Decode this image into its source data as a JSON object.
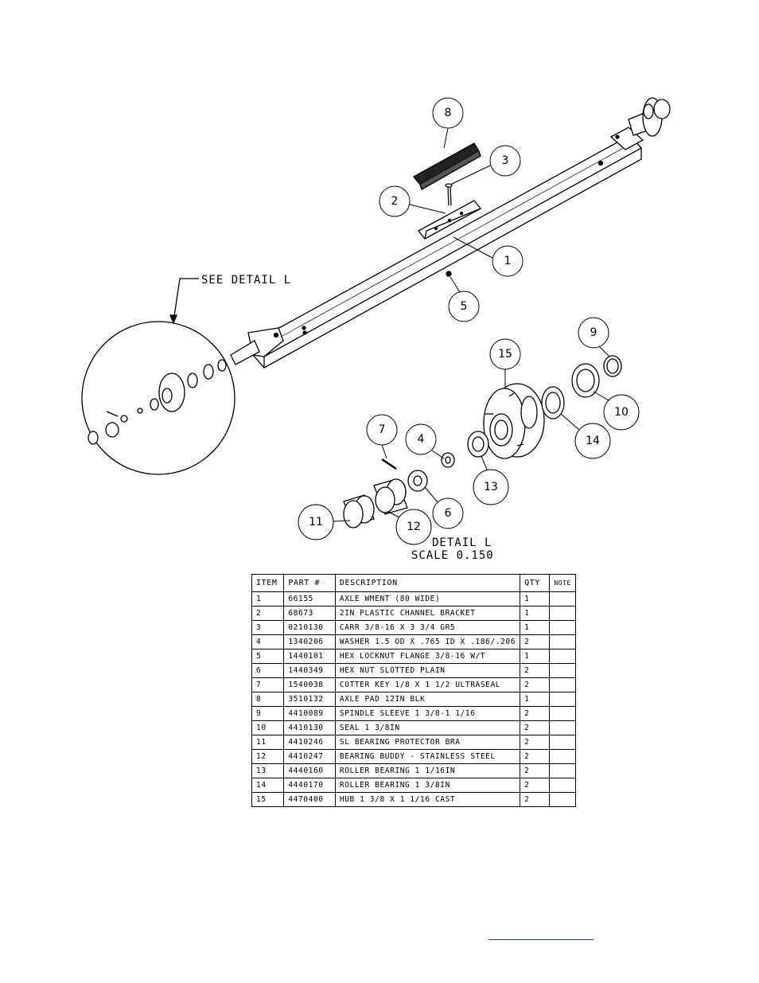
{
  "drawing": {
    "detail_note": "SEE DETAIL  L",
    "detail_title": "DETAIL  L",
    "detail_scale": "SCALE  0.150",
    "callouts": [
      "8",
      "3",
      "2",
      "1",
      "5",
      "9",
      "15",
      "10",
      "14",
      "7",
      "4",
      "13",
      "6",
      "11",
      "12"
    ]
  },
  "bom": {
    "headers": {
      "item": "ITEM",
      "part": "PART #",
      "description": "DESCRIPTION",
      "qty": "QTY",
      "note": "NOTE"
    },
    "rows": [
      {
        "item": "1",
        "part": "66155",
        "description": "AXLE WMENT (80 WIDE)",
        "qty": "1",
        "note": ""
      },
      {
        "item": "2",
        "part": "68673",
        "description": "2IN PLASTIC CHANNEL BRACKET",
        "qty": "1",
        "note": ""
      },
      {
        "item": "3",
        "part": "0210130",
        "description": "CARR 3/8-16 X 3 3/4 GR5",
        "qty": "1",
        "note": ""
      },
      {
        "item": "4",
        "part": "1340206",
        "description": "WASHER 1.5 OD X .765 ID X .186/.206",
        "qty": "2",
        "note": ""
      },
      {
        "item": "5",
        "part": "1440101",
        "description": "HEX LOCKNUT FLANGE 3/8-16 W/T",
        "qty": "1",
        "note": ""
      },
      {
        "item": "6",
        "part": "1440349",
        "description": "HEX NUT SLOTTED PLAIN",
        "qty": "2",
        "note": ""
      },
      {
        "item": "7",
        "part": "1540038",
        "description": "COTTER KEY 1/8 X 1 1/2 ULTRASEAL",
        "qty": "2",
        "note": ""
      },
      {
        "item": "8",
        "part": "3510132",
        "description": "AXLE PAD 12IN  BLK",
        "qty": "1",
        "note": ""
      },
      {
        "item": "9",
        "part": "4410089",
        "description": "SPINDLE SLEEVE  1 3/8-1 1/16",
        "qty": "2",
        "note": ""
      },
      {
        "item": "10",
        "part": "4410130",
        "description": "SEAL  1 3/8IN",
        "qty": "2",
        "note": ""
      },
      {
        "item": "11",
        "part": "4410246",
        "description": "SL BEARING PROTECTOR BRA",
        "qty": "2",
        "note": ""
      },
      {
        "item": "12",
        "part": "4410247",
        "description": "BEARING BUDDY - STAINLESS STEEL",
        "qty": "2",
        "note": ""
      },
      {
        "item": "13",
        "part": "4440160",
        "description": "ROLLER BEARING   1 1/16IN",
        "qty": "2",
        "note": ""
      },
      {
        "item": "14",
        "part": "4440170",
        "description": "ROLLER BEARING   1 3/8IN",
        "qty": "2",
        "note": ""
      },
      {
        "item": "15",
        "part": "4470400",
        "description": "HUB  1 3/8 X 1 1/16 CAST",
        "qty": "2",
        "note": ""
      }
    ]
  },
  "footer": {
    "link_text": ""
  }
}
